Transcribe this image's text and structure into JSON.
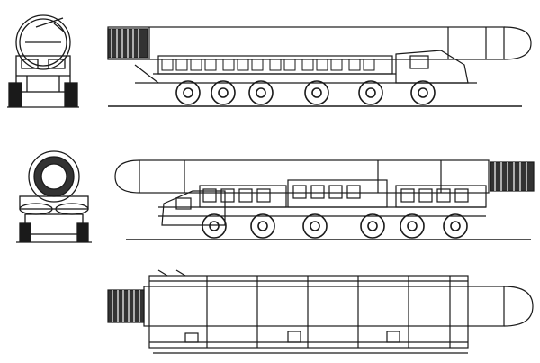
{
  "drawing": {
    "views": [
      {
        "id": "front",
        "description_visible": false
      },
      {
        "id": "side-left",
        "description_visible": false
      },
      {
        "id": "rear",
        "description_visible": false
      },
      {
        "id": "side-right",
        "description_visible": false
      },
      {
        "id": "top",
        "description_visible": false
      }
    ],
    "colors": {
      "line": "#1a1a1a",
      "background": "#ffffff"
    }
  }
}
